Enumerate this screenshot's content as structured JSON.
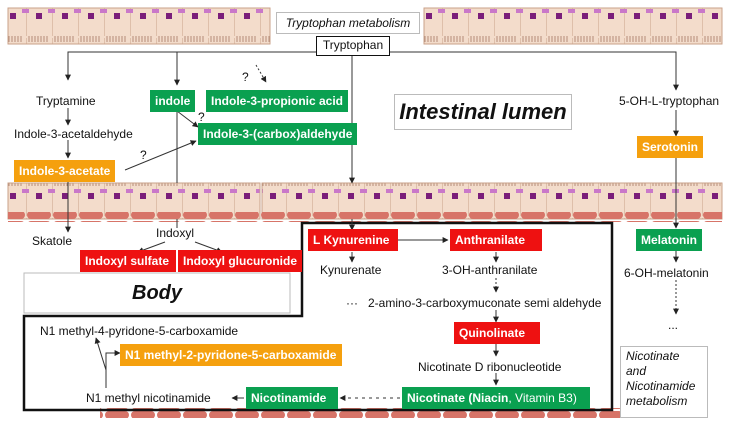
{
  "title": "Tryptophan metabolism",
  "section_lumen": "Intestinal lumen",
  "section_body": "Body",
  "source": "Tryptophan",
  "nodes": {
    "tryptamine": "Tryptamine",
    "indole_acetaldehyde": "Indole-3-acetaldehyde",
    "indole_acetate": "Indole-3-acetate",
    "skatole": "Skatole",
    "indole": "indole",
    "indole_propionic": "Indole-3-propionic acid",
    "indole_carboxaldehyde": "Indole-3-(carbox)aldehyde",
    "indoxyl": "Indoxyl",
    "indoxyl_sulfate": "Indoxyl sulfate",
    "indoxyl_glucuronide": "Indoxyl glucuronide",
    "oh_tryptophan": "5-OH-L-tryptophan",
    "serotonin": "Serotonin",
    "melatonin": "Melatonin",
    "oh_melatonin": "6-OH-melatonin",
    "melatonin_ellipsis": "...",
    "l_kynurenine": "L Kynurenine",
    "anthranilate": "Anthranilate",
    "kynurenate": "Kynurenate",
    "oh_anthranilate": "3-OH-anthranilate",
    "dots_left": "···",
    "acms": "2-amino-3-carboxymuconate semi aldehyde",
    "quinolinate": "Quinolinate",
    "nicotinate_ribonucleotide": "Nicotinate D ribonucleotide",
    "nicotinate_main": "Nicotinate (",
    "niacin": "Niacin",
    "vitamin": ", Vitamin B3)",
    "nicotinamide": "Nicotinamide",
    "n1_methyl_nicotinamide": "N1 methyl nicotinamide",
    "n1_methyl_4_pyridone": "N1 methyl-4-pyridone-5-carboxamide",
    "n1_methyl_2_pyridone": "N1 methyl-2-pyridone-5-carboxamide"
  },
  "question_mark": "?",
  "nicotinate_note": [
    "Nicotinate",
    "and",
    "Nicotinamide",
    "metabolism"
  ],
  "colors": {
    "green": "#0aa050",
    "red": "#ee1111",
    "orange": "#f5a00e",
    "epithelium": "#f3dccb",
    "purple": "#7a1e7a",
    "violet": "#c978c9",
    "vessel": "#d77468"
  }
}
